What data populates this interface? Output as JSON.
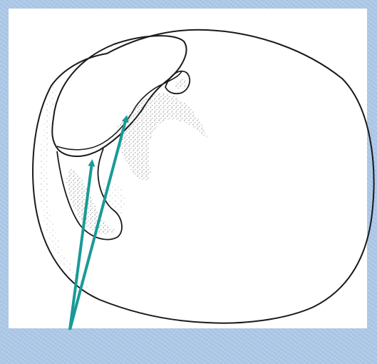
{
  "figure": {
    "kind": "seed-illustration",
    "panel_color": "#ffffff",
    "background_color": "#a9c6e6",
    "line_color": "#1a1a1a",
    "stipple_color": "#5a5a5a",
    "arrow_color": "#1a9a96",
    "arrows": [
      {
        "id": "arrow-left",
        "points_to": "cotyledon-edge"
      },
      {
        "id": "arrow-right",
        "points_to": "embryo-axis"
      }
    ]
  }
}
